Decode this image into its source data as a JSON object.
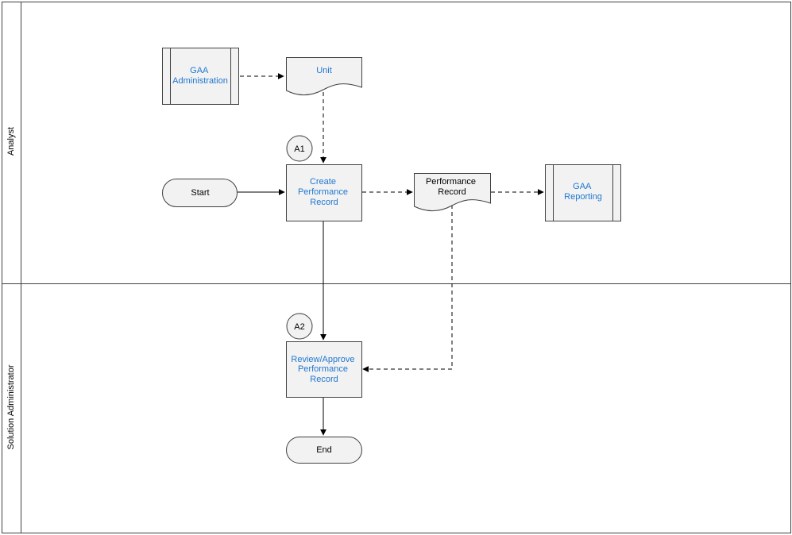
{
  "colors": {
    "link_text": "#1f77d0",
    "plain_text": "#000000",
    "shape_fill": "#f2f2f2",
    "shape_stroke": "#404040",
    "lane_stroke": "#404040"
  },
  "lanes": {
    "analyst": "Analyst",
    "solution_admin": "Solution Administrator"
  },
  "shapes": {
    "gaa_admin": [
      "GAA",
      "Administration"
    ],
    "unit": [
      "Unit"
    ],
    "start": [
      "Start"
    ],
    "create_record": [
      "Create",
      "Performance",
      "Record"
    ],
    "performance_record": [
      "Performance",
      "Record"
    ],
    "gaa_reporting": [
      "GAA",
      "Reporting"
    ],
    "review_record": [
      "Review/Approve",
      "Performance",
      "Record"
    ],
    "end": [
      "End"
    ]
  },
  "markers": {
    "a1": "A1",
    "a2": "A2"
  }
}
